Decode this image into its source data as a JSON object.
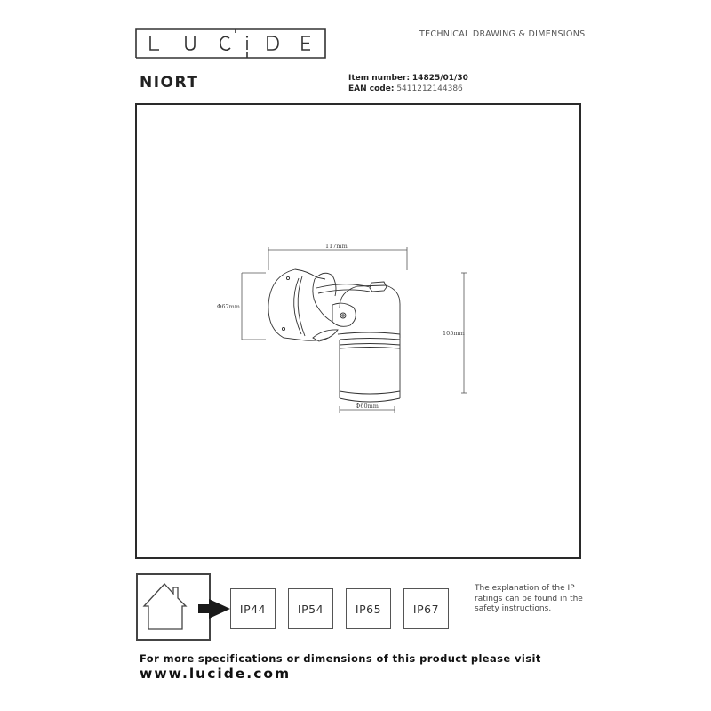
{
  "header": {
    "brand_logo": "LUCIDE",
    "tagline": "TECHNICAL DRAWING & DIMENSIONS"
  },
  "product": {
    "name": "NIORT",
    "item_number_label": "Item number:",
    "item_number": "14825/01/30",
    "ean_label": "EAN code:",
    "ean": "5411212144386"
  },
  "drawing": {
    "subject": "wall spotlight technical drawing",
    "dimensions": {
      "width": "117mm",
      "wall_plate_diameter": "Φ67mm",
      "height": "105mm",
      "head_diameter": "Φ60mm"
    }
  },
  "ip_section": {
    "house_icon": "house-icon",
    "arrow_icon": "arrow-right-icon",
    "ratings": [
      "IP44",
      "IP54",
      "IP65",
      "IP67"
    ],
    "note": "The explanation of the IP ratings can be found in the safety instructions."
  },
  "footer": {
    "line1": "For more specifications or dimensions of this product please visit",
    "url": "www.lucide.com"
  }
}
